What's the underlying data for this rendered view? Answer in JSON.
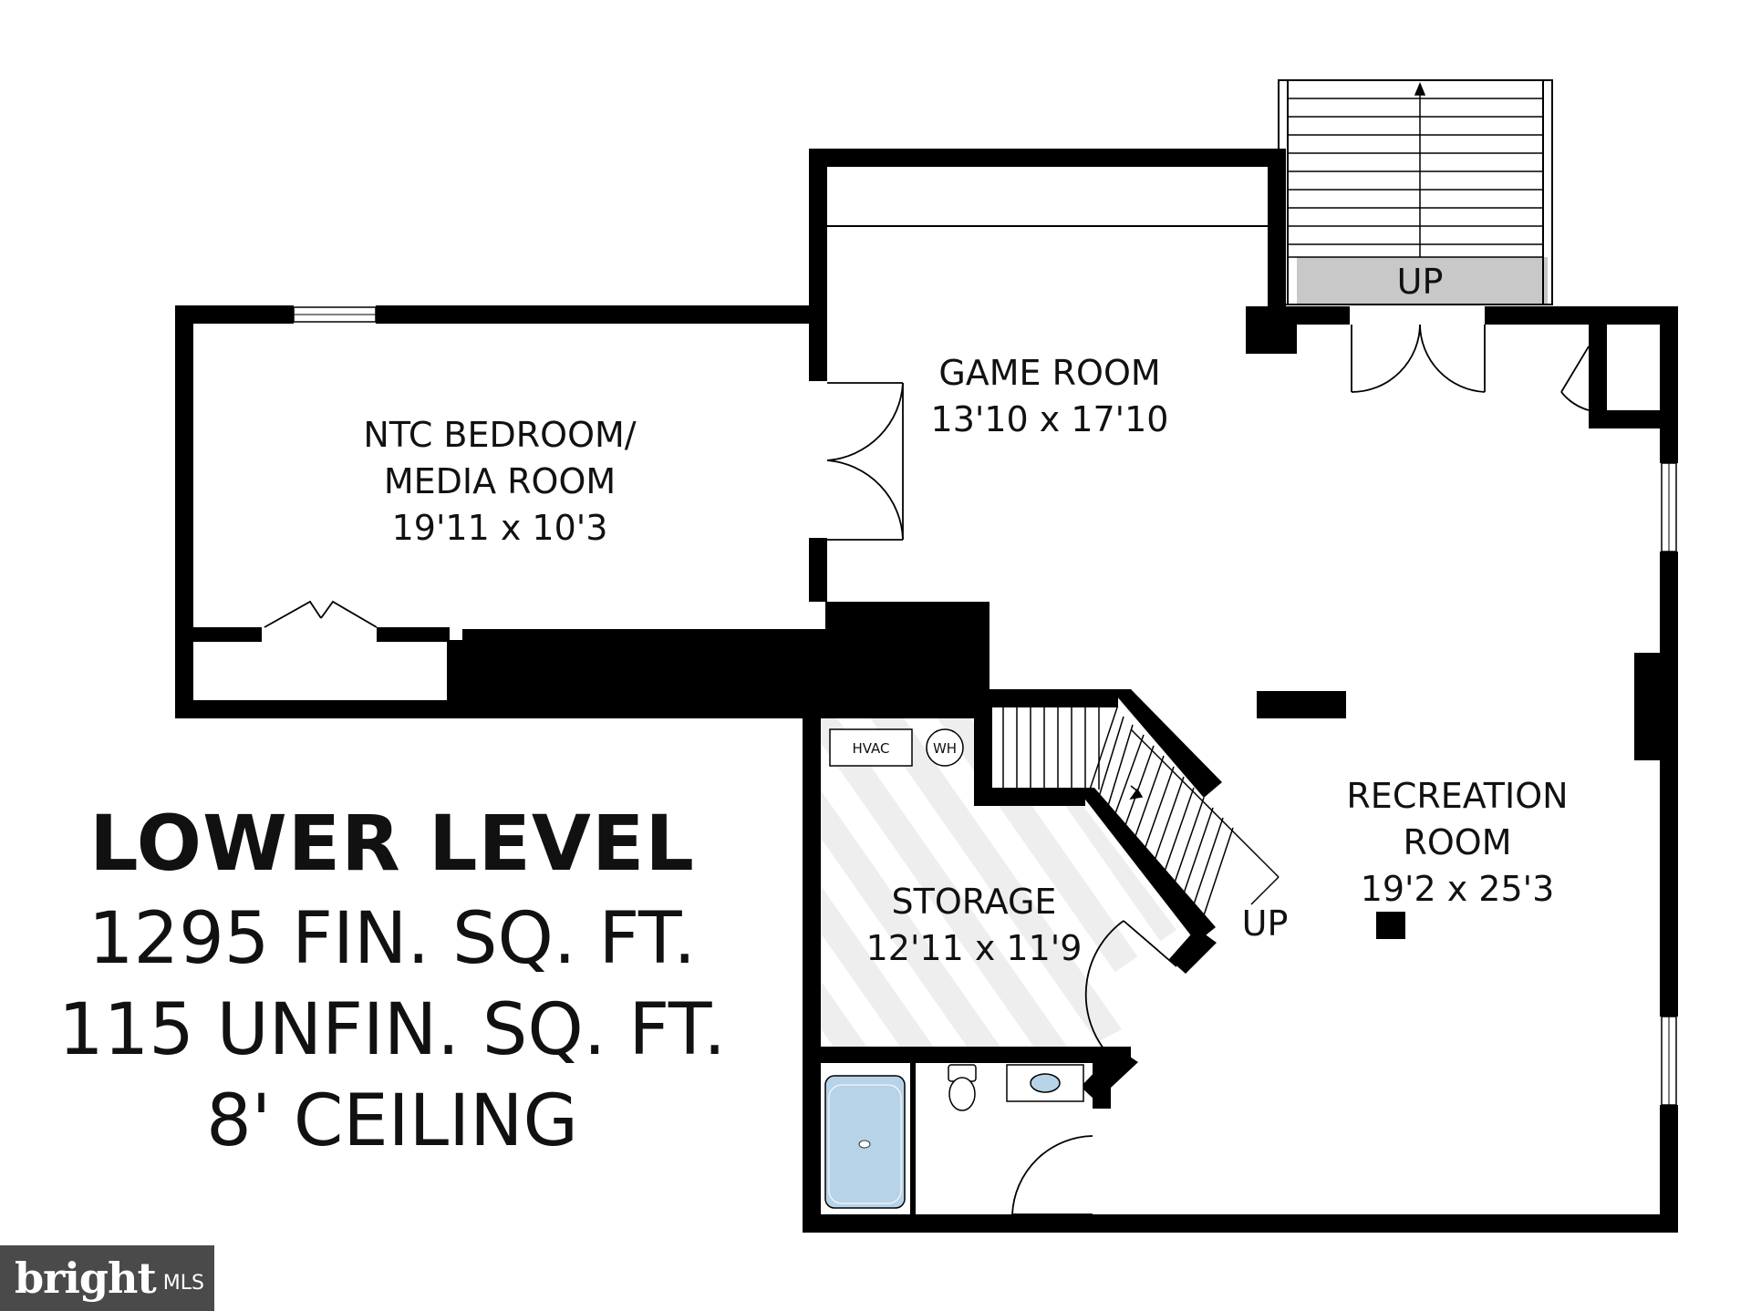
{
  "plan": {
    "rooms": {
      "game_room": {
        "name": "GAME ROOM",
        "dims": "13'10 x 17'10"
      },
      "ntc_bedroom": {
        "name_line1": "NTC BEDROOM/",
        "name_line2": "MEDIA ROOM",
        "dims": "19'11 x 10'3"
      },
      "recreation": {
        "name_line1": "RECREATION",
        "name_line2": "ROOM",
        "dims": "19'2 x 25'3"
      },
      "storage": {
        "name": "STORAGE",
        "dims": "12'11 x 11'9"
      }
    },
    "stairs": {
      "top_label": "UP",
      "inner_label": "UP"
    },
    "fixtures": {
      "hvac": "HVAC",
      "water_heater": "WH"
    }
  },
  "summary": {
    "title": "LOWER LEVEL",
    "finished": "1295 FIN. SQ. FT.",
    "unfinished": "115 UNFIN. SQ. FT.",
    "ceiling": "8' CEILING"
  },
  "watermark": {
    "brand": "bright",
    "suffix": "MLS"
  },
  "colors": {
    "wall": "#000000",
    "background": "#ffffff",
    "storage_fill": "#ebebeb",
    "landing_fill": "#c8c8c8",
    "tub_fill": "#b7d3e8",
    "watermark_bg": "#4a4a4a"
  }
}
